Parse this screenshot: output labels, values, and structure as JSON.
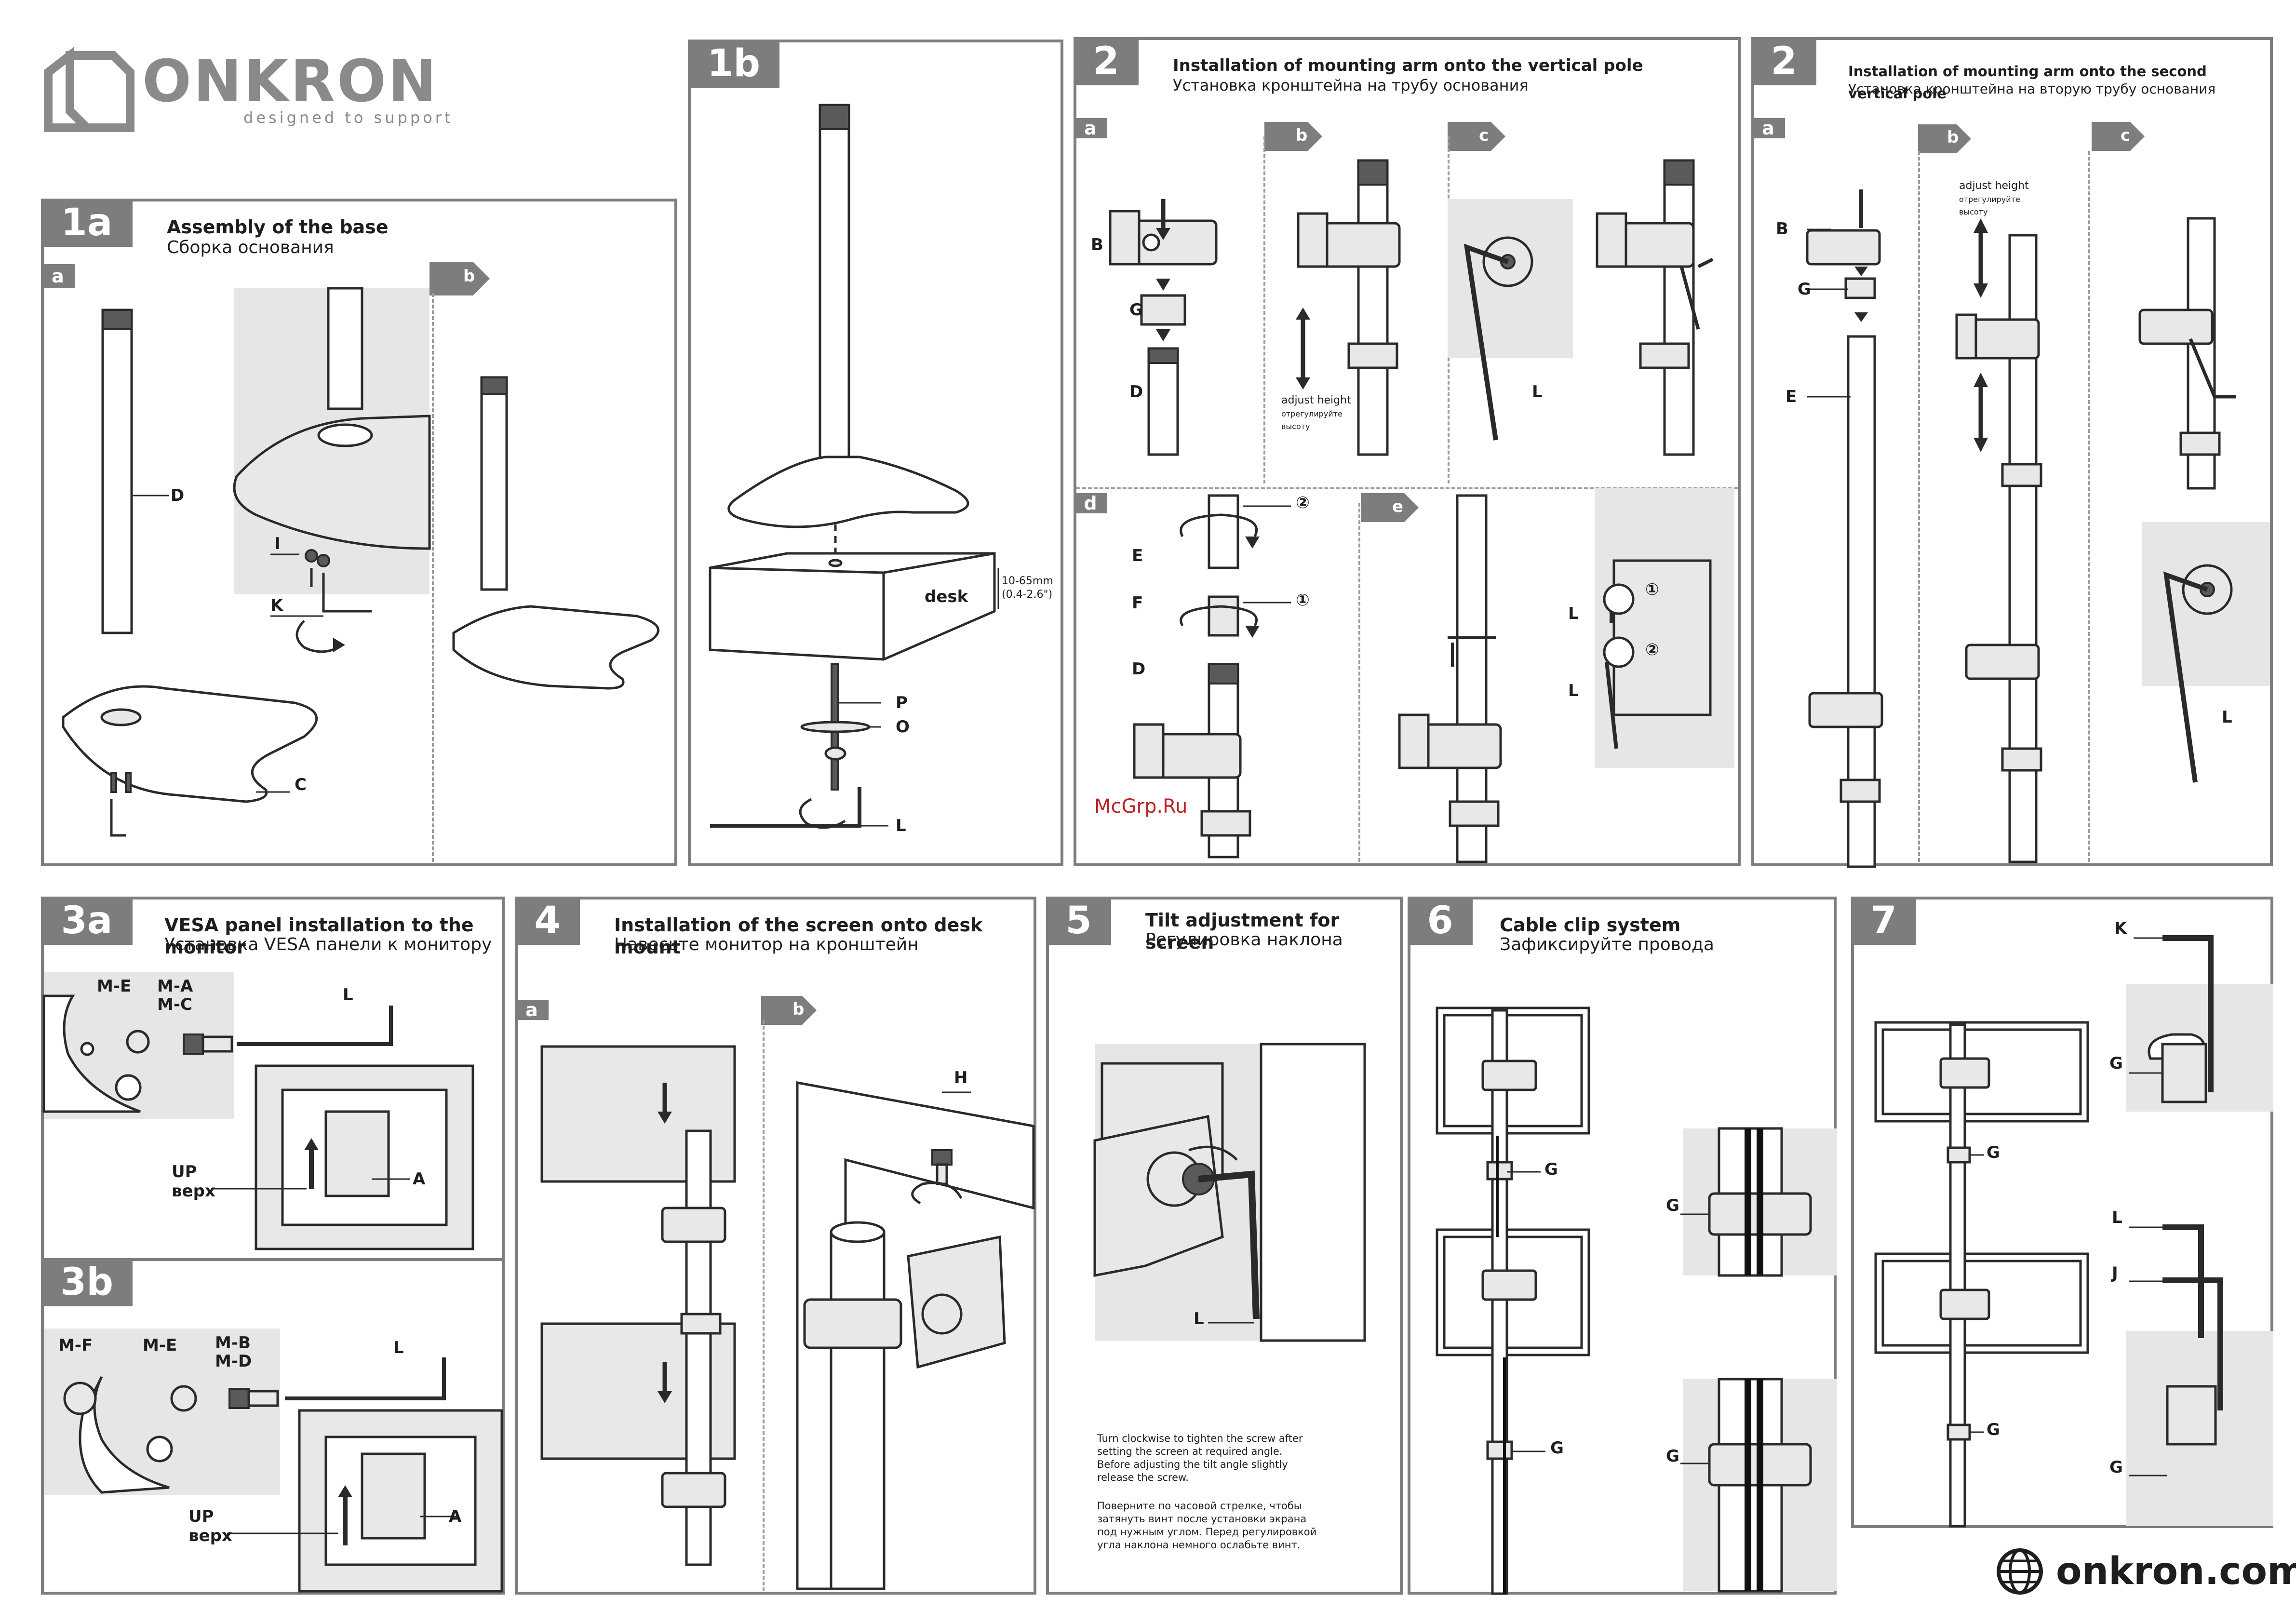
{
  "brand": {
    "name": "ONKRON",
    "tagline": "designed to support",
    "website": "onkron.com",
    "watermark": "McGrp.Ru"
  },
  "s1a": {
    "num": "1a",
    "title_en": "Assembly of the base",
    "title_ru": "Сборка основания",
    "sub_a": "a",
    "sub_b": "b",
    "labels": {
      "D": "D",
      "I": "I",
      "K": "K",
      "C": "C"
    }
  },
  "s1b": {
    "num": "1b",
    "desk": "desk",
    "thickness": "10-65mm",
    "thickness_in": "(0.4-2.6\")",
    "labels": {
      "P": "P",
      "O": "O",
      "L": "L"
    }
  },
  "s2": {
    "num": "2",
    "title_en": "Installation of mounting arm onto the vertical pole",
    "title_ru": "Установка кронштейна на трубу основания",
    "subs": {
      "a": "a",
      "b": "b",
      "c": "c",
      "d": "d",
      "e": "e"
    },
    "adjust_en": "adjust height",
    "adjust_ru": "отрегулируйте высоту",
    "labels": {
      "B": "B",
      "G": "G",
      "D": "D",
      "L": "L",
      "E": "E",
      "F": "F",
      "one": "①",
      "two": "②"
    }
  },
  "s2b": {
    "num": "2",
    "title_en": "Installation of mounting arm onto the second vertical pole",
    "title_ru": "Установка кронштейна на вторую трубу основания",
    "subs": {
      "a": "a",
      "b": "b",
      "c": "c"
    },
    "adjust_en": "adjust height",
    "adjust_ru": "отрегулируйте высоту",
    "labels": {
      "B": "B",
      "G": "G",
      "E": "E",
      "L": "L"
    }
  },
  "s3a": {
    "num": "3a",
    "title_en": "VESA panel installation to the monitor",
    "title_ru": "Установка VESA панели к монитору",
    "labels": {
      "ME": "M-E",
      "MA": "M-A",
      "MC": "M-C",
      "L": "L",
      "A": "A",
      "UP": "UP",
      "verh": "верх"
    }
  },
  "s3b": {
    "num": "3b",
    "labels": {
      "MF": "M-F",
      "ME": "M-E",
      "MB": "M-B",
      "MD": "M-D",
      "L": "L",
      "A": "A",
      "UP": "UP",
      "verh": "верх"
    }
  },
  "s4": {
    "num": "4",
    "title_en": "Installation of the screen onto desk mount",
    "title_ru": "Навесьте монитор на кронштейн",
    "subs": {
      "a": "a",
      "b": "b"
    },
    "labels": {
      "H": "H"
    }
  },
  "s5": {
    "num": "5",
    "title_en": "Tilt adjustment for screen",
    "title_ru": "Регулировка наклона",
    "labels": {
      "L": "L"
    },
    "note_en": "Turn clockwise to tighten the screw after\nsetting the screen at required angle.\nBefore adjusting the tilt angle slightly\nrelease the screw.",
    "note_ru": "Поверните по часовой стрелке, чтобы\nзатянуть винт после установки экрана\nпод нужным углом. Перед регулировкой\nугла наклона немного ослабьте винт."
  },
  "s6": {
    "num": "6",
    "title_en": "Cable clip system",
    "title_ru": "Зафиксируйте провода",
    "labels": {
      "G": "G"
    }
  },
  "s7": {
    "num": "7",
    "labels": {
      "K": "K",
      "G": "G",
      "L": "L",
      "J": "J"
    }
  }
}
